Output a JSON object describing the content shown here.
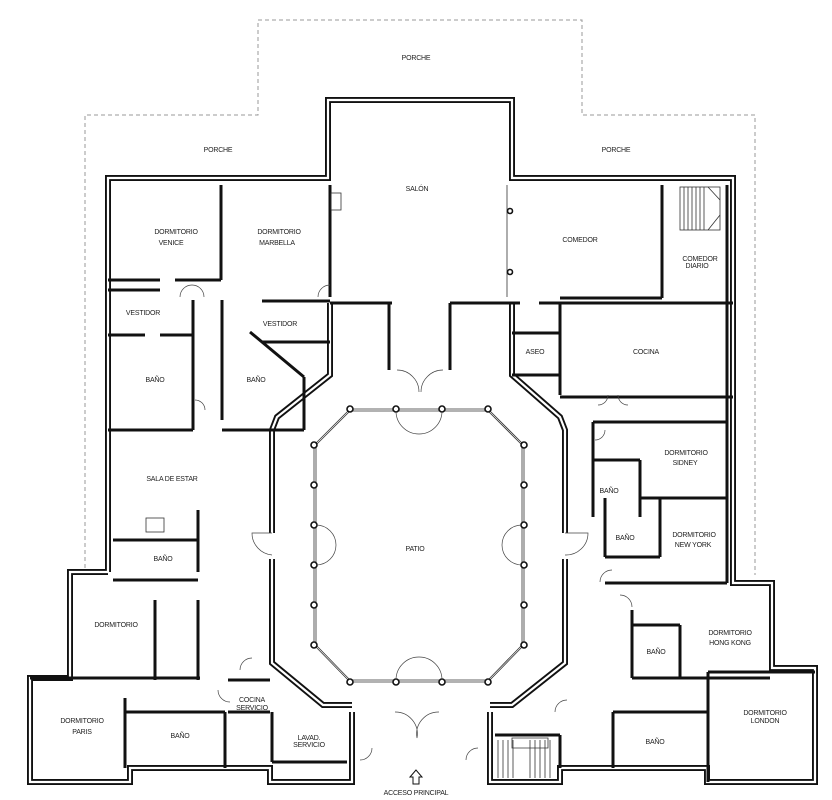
{
  "plan": {
    "porch": {
      "top": "PORCHE",
      "left": "PORCHE",
      "right": "PORCHE"
    },
    "rooms": {
      "salon": "SALÓN",
      "venice": [
        "DORMITORIO",
        "VENICE"
      ],
      "marbella": [
        "DORMITORIO",
        "MARBELLA"
      ],
      "comedor": "COMEDOR",
      "comedor_diario": [
        "COMEDOR",
        "DIARIO"
      ],
      "vestidor_1": "VESTIDOR",
      "vestidor_2": "VESTIDOR",
      "aseo": "ASEO",
      "cocina": "COCINA",
      "bano_venice": "BAÑO",
      "bano_marbella": "BAÑO",
      "sidney": [
        "DORMITORIO",
        "SIDNEY"
      ],
      "sala_estar": "SALA DE ESTAR",
      "bano_sidney": "BAÑO",
      "bano_newyork": "BAÑO",
      "newyork": [
        "DORMITORIO",
        "NEW YORK"
      ],
      "patio": "PATIO",
      "bano_west": "BAÑO",
      "dormitorio": "DORMITORIO",
      "hongkong": [
        "DORMITORIO",
        "HONG KONG"
      ],
      "bano_hongkong": "BAÑO",
      "cocina_servicio": [
        "COCINA",
        "SERVICIO"
      ],
      "paris": [
        "DORMITORIO",
        "PARIS"
      ],
      "london": [
        "DORMITORIO",
        "LONDON"
      ],
      "bano_paris": "BAÑO",
      "lavad_servicio": [
        "LAVAD.",
        "SERVICIO"
      ],
      "bano_london": "BAÑO"
    },
    "entrance": "ACCESO PRINCIPAL"
  }
}
